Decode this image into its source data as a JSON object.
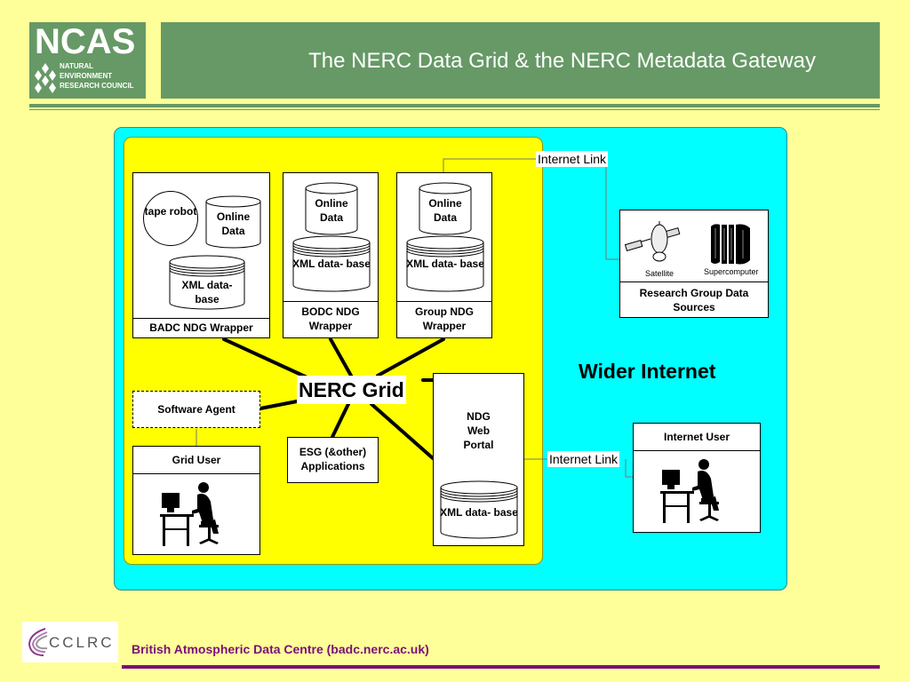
{
  "header": {
    "logo_text": "NCAS",
    "logo_sub_1": "NATURAL",
    "logo_sub_2": "ENVIRONMENT",
    "logo_sub_3": "RESEARCH COUNCIL",
    "title": "The NERC Data Grid & the NERC Metadata Gateway"
  },
  "diagram": {
    "badc": {
      "tape_robot": "tape robot",
      "online_data": "Online Data",
      "xml_db": "XML data- base",
      "wrapper": "BADC  NDG Wrapper"
    },
    "bodc": {
      "online_data": "Online Data",
      "xml_db": "XML data- base",
      "wrapper": "BODC NDG Wrapper"
    },
    "group": {
      "online_data": "Online Data",
      "xml_db": "XML data- base",
      "wrapper": "Group NDG Wrapper"
    },
    "nerc_grid": "NERC Grid",
    "software_agent": "Software Agent",
    "grid_user": "Grid User",
    "esg": "ESG (&other) Applications",
    "portal": {
      "title": "NDG Web Portal",
      "xml_db": "XML data- base"
    },
    "internet_link_top": "Internet Link",
    "internet_link_bottom": "Internet Link",
    "research_group": {
      "satellite": "Satellite",
      "supercomputer": "Supercomputer",
      "label": "Research Group Data Sources"
    },
    "wider_internet": "Wider Internet",
    "internet_user": "Internet User"
  },
  "footer": {
    "logo_text": "CCLRC",
    "text": "British Atmospheric Data Centre (badc.nerc.ac.uk)"
  },
  "colors": {
    "background": "#ffff99",
    "header_green": "#669966",
    "panel_cyan": "#00ffff",
    "panel_yellow": "#ffff00",
    "footer_purple": "#7a0f7a"
  }
}
